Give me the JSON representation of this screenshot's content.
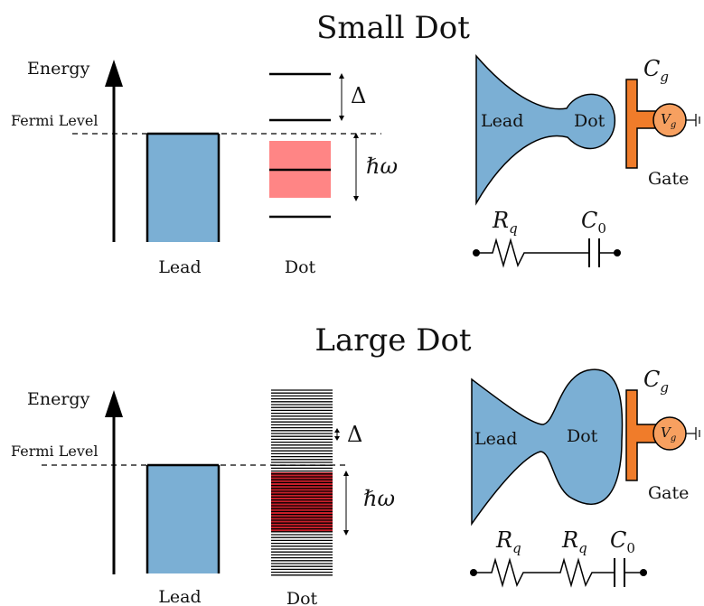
{
  "colors": {
    "lead_fill": "#7bafd4",
    "window_small": "#ff8585",
    "window_large": "#c8202a",
    "gate_fill": "#f07c2a",
    "gate_circle": "#f7a060",
    "line": "#000000"
  },
  "small": {
    "title": "Small Dot",
    "energy_label": "Energy",
    "fermi_label": "Fermi Level",
    "lead_label": "Lead",
    "dot_label": "Dot",
    "delta_label": "Δ",
    "hbar_label": "ℏω",
    "schem_lead": "Lead",
    "schem_dot": "Dot",
    "cg_main": "C",
    "cg_sub": "g",
    "vg_main": "V",
    "vg_sub": "g",
    "gate_label": "Gate",
    "rq_main": "R",
    "rq_sub": "q",
    "c0_main": "C",
    "c0_sub": "0"
  },
  "large": {
    "title": "Large Dot",
    "energy_label": "Energy",
    "fermi_label": "Fermi Level",
    "lead_label": "Lead",
    "dot_label": "Dot",
    "delta_label": "Δ",
    "hbar_label": "ℏω",
    "schem_lead": "Lead",
    "schem_dot": "Dot",
    "cg_main": "C",
    "cg_sub": "g",
    "vg_main": "V",
    "vg_sub": "g",
    "gate_label": "Gate",
    "rq1_main": "R",
    "rq1_sub": "q",
    "rq2_main": "R",
    "rq2_sub": "q",
    "c0_main": "C",
    "c0_sub": "0"
  }
}
